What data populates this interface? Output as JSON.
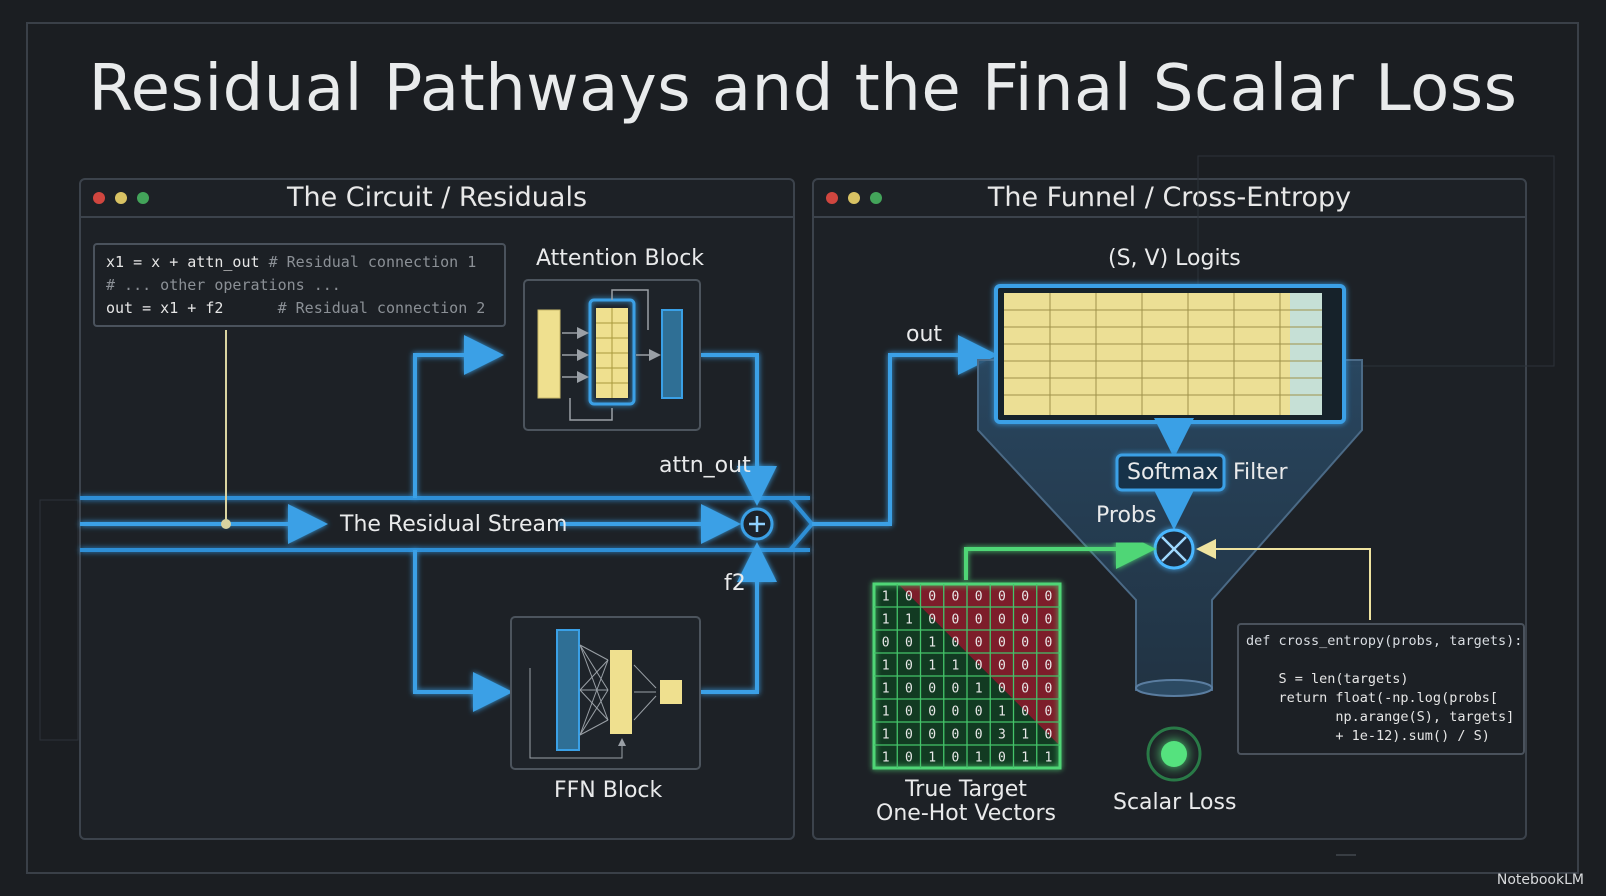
{
  "title": "Residual Pathways and the Final Scalar Loss",
  "left_panel": {
    "title": "The Circuit / Residuals",
    "code": [
      {
        "code": "x1 = x + attn_out",
        "comment": "# Residual connection 1"
      },
      {
        "code": "",
        "comment": "# ... other operations ..."
      },
      {
        "code": "out = x1 + f2     ",
        "comment": "# Residual connection 2"
      }
    ],
    "attention_label": "Attention Block",
    "ffn_label": "FFN Block",
    "stream_label": "The Residual Stream",
    "attn_out_label": "attn_out",
    "f2_label": "f2"
  },
  "right_panel": {
    "title": "The Funnel / Cross-Entropy",
    "logits_label": "(S, V) Logits",
    "out_label": "out",
    "softmax_label": "Softmax",
    "filter_label": "Filter",
    "probs_label": "Probs",
    "target_label_1": "True Target",
    "target_label_2": "One-Hot Vectors",
    "loss_label": "Scalar Loss",
    "code": [
      "def cross_entropy(probs, targets):",
      "",
      "    S = len(targets)",
      "    return float(-np.log(probs[",
      "           np.arange(S), targets]",
      "           + 1e-12).sum() / S)"
    ],
    "matrix": [
      [
        "1",
        "0",
        "0",
        "0",
        "0",
        "0",
        "0",
        "0"
      ],
      [
        "1",
        "1",
        "0",
        "0",
        "0",
        "0",
        "0",
        "0"
      ],
      [
        "0",
        "0",
        "1",
        "0",
        "0",
        "0",
        "0",
        "0"
      ],
      [
        "1",
        "0",
        "1",
        "1",
        "0",
        "0",
        "0",
        "0"
      ],
      [
        "1",
        "0",
        "0",
        "0",
        "1",
        "0",
        "0",
        "0"
      ],
      [
        "1",
        "0",
        "0",
        "0",
        "0",
        "1",
        "0",
        "0"
      ],
      [
        "1",
        "0",
        "0",
        "0",
        "0",
        "3",
        "1",
        "0"
      ],
      [
        "1",
        "0",
        "1",
        "0",
        "1",
        "0",
        "1",
        "1"
      ]
    ]
  },
  "brand": "NotebookLM",
  "colors": {
    "blue": "#3aa0e6",
    "yellow": "#ecdf95",
    "green": "#3fd06a",
    "red": "#8e2230"
  }
}
